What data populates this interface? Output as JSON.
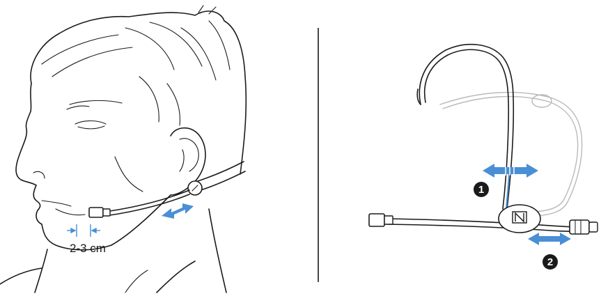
{
  "distance_label": "2-3 cm",
  "callouts": [
    "1",
    "2"
  ],
  "colors": {
    "line": "#1a1a1a",
    "accent": "#4a8fd4",
    "ghost": "#b9b9b9",
    "badge": "#1a1a1a"
  }
}
